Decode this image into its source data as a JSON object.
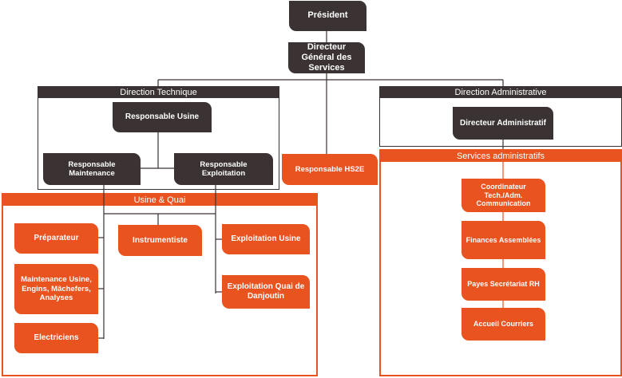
{
  "president": "Président",
  "dgs": "Directeur Général des Services",
  "direction_technique": {
    "title": "Direction Technique",
    "responsable_usine": "Responsable Usine",
    "responsable_maintenance": "Responsable Maintenance",
    "responsable_exploitation": "Responsable Exploitation"
  },
  "responsable_hs2e": "Responsable HS2E",
  "direction_administrative": {
    "title": "Direction Administrative",
    "directeur_administratif": "Directeur Administratif"
  },
  "usine_quai": {
    "title": "Usine & Quai",
    "preparateur": "Préparateur",
    "maintenance": "Maintenance Usine, Engins, Mâchefers, Analyses",
    "electriciens": "Electriciens",
    "instrumentiste": "Instrumentiste",
    "exploitation_usine": "Exploitation Usine",
    "exploitation_quai": "Exploitation Quai de Danjoutin"
  },
  "services_administratifs": {
    "title": "Services administratifs",
    "items": [
      "Coordinateur Tech./Adm. Communication",
      "Finances Assemblées",
      "Payes Secrétariat RH",
      "Accueil Courriers"
    ]
  },
  "colors": {
    "dark": "#3a3233",
    "orange": "#e8531f"
  }
}
